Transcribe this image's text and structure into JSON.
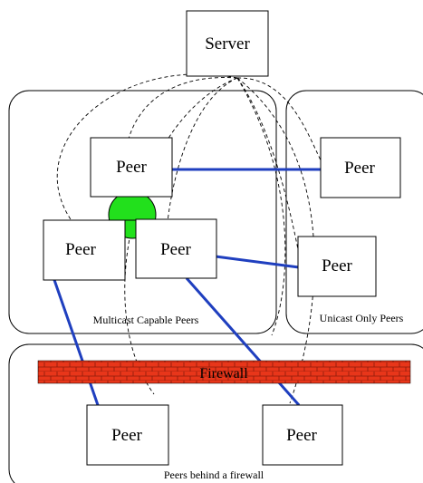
{
  "diagram": {
    "server": {
      "label": "Server"
    },
    "regions": {
      "multicast": {
        "label": "Multicast Capable Peers"
      },
      "unicast": {
        "label": "Unicast Only Peers"
      },
      "firewall_zone": {
        "label": "Peers behind a firewall"
      }
    },
    "firewall": {
      "label": "Firewall",
      "fill_color": "#e8361a",
      "brick_color": "#8b1a0a"
    },
    "multicast_peers": [
      {
        "label": "Peer"
      },
      {
        "label": "Peer"
      },
      {
        "label": "Peer"
      }
    ],
    "unicast_peers": [
      {
        "label": "Peer"
      },
      {
        "label": "Peer"
      }
    ],
    "firewalled_peers": [
      {
        "label": "Peer"
      },
      {
        "label": "Peer"
      }
    ],
    "multicast_hub": {
      "fill_color": "#22e01c"
    },
    "link_color": "#1f3fbf"
  }
}
